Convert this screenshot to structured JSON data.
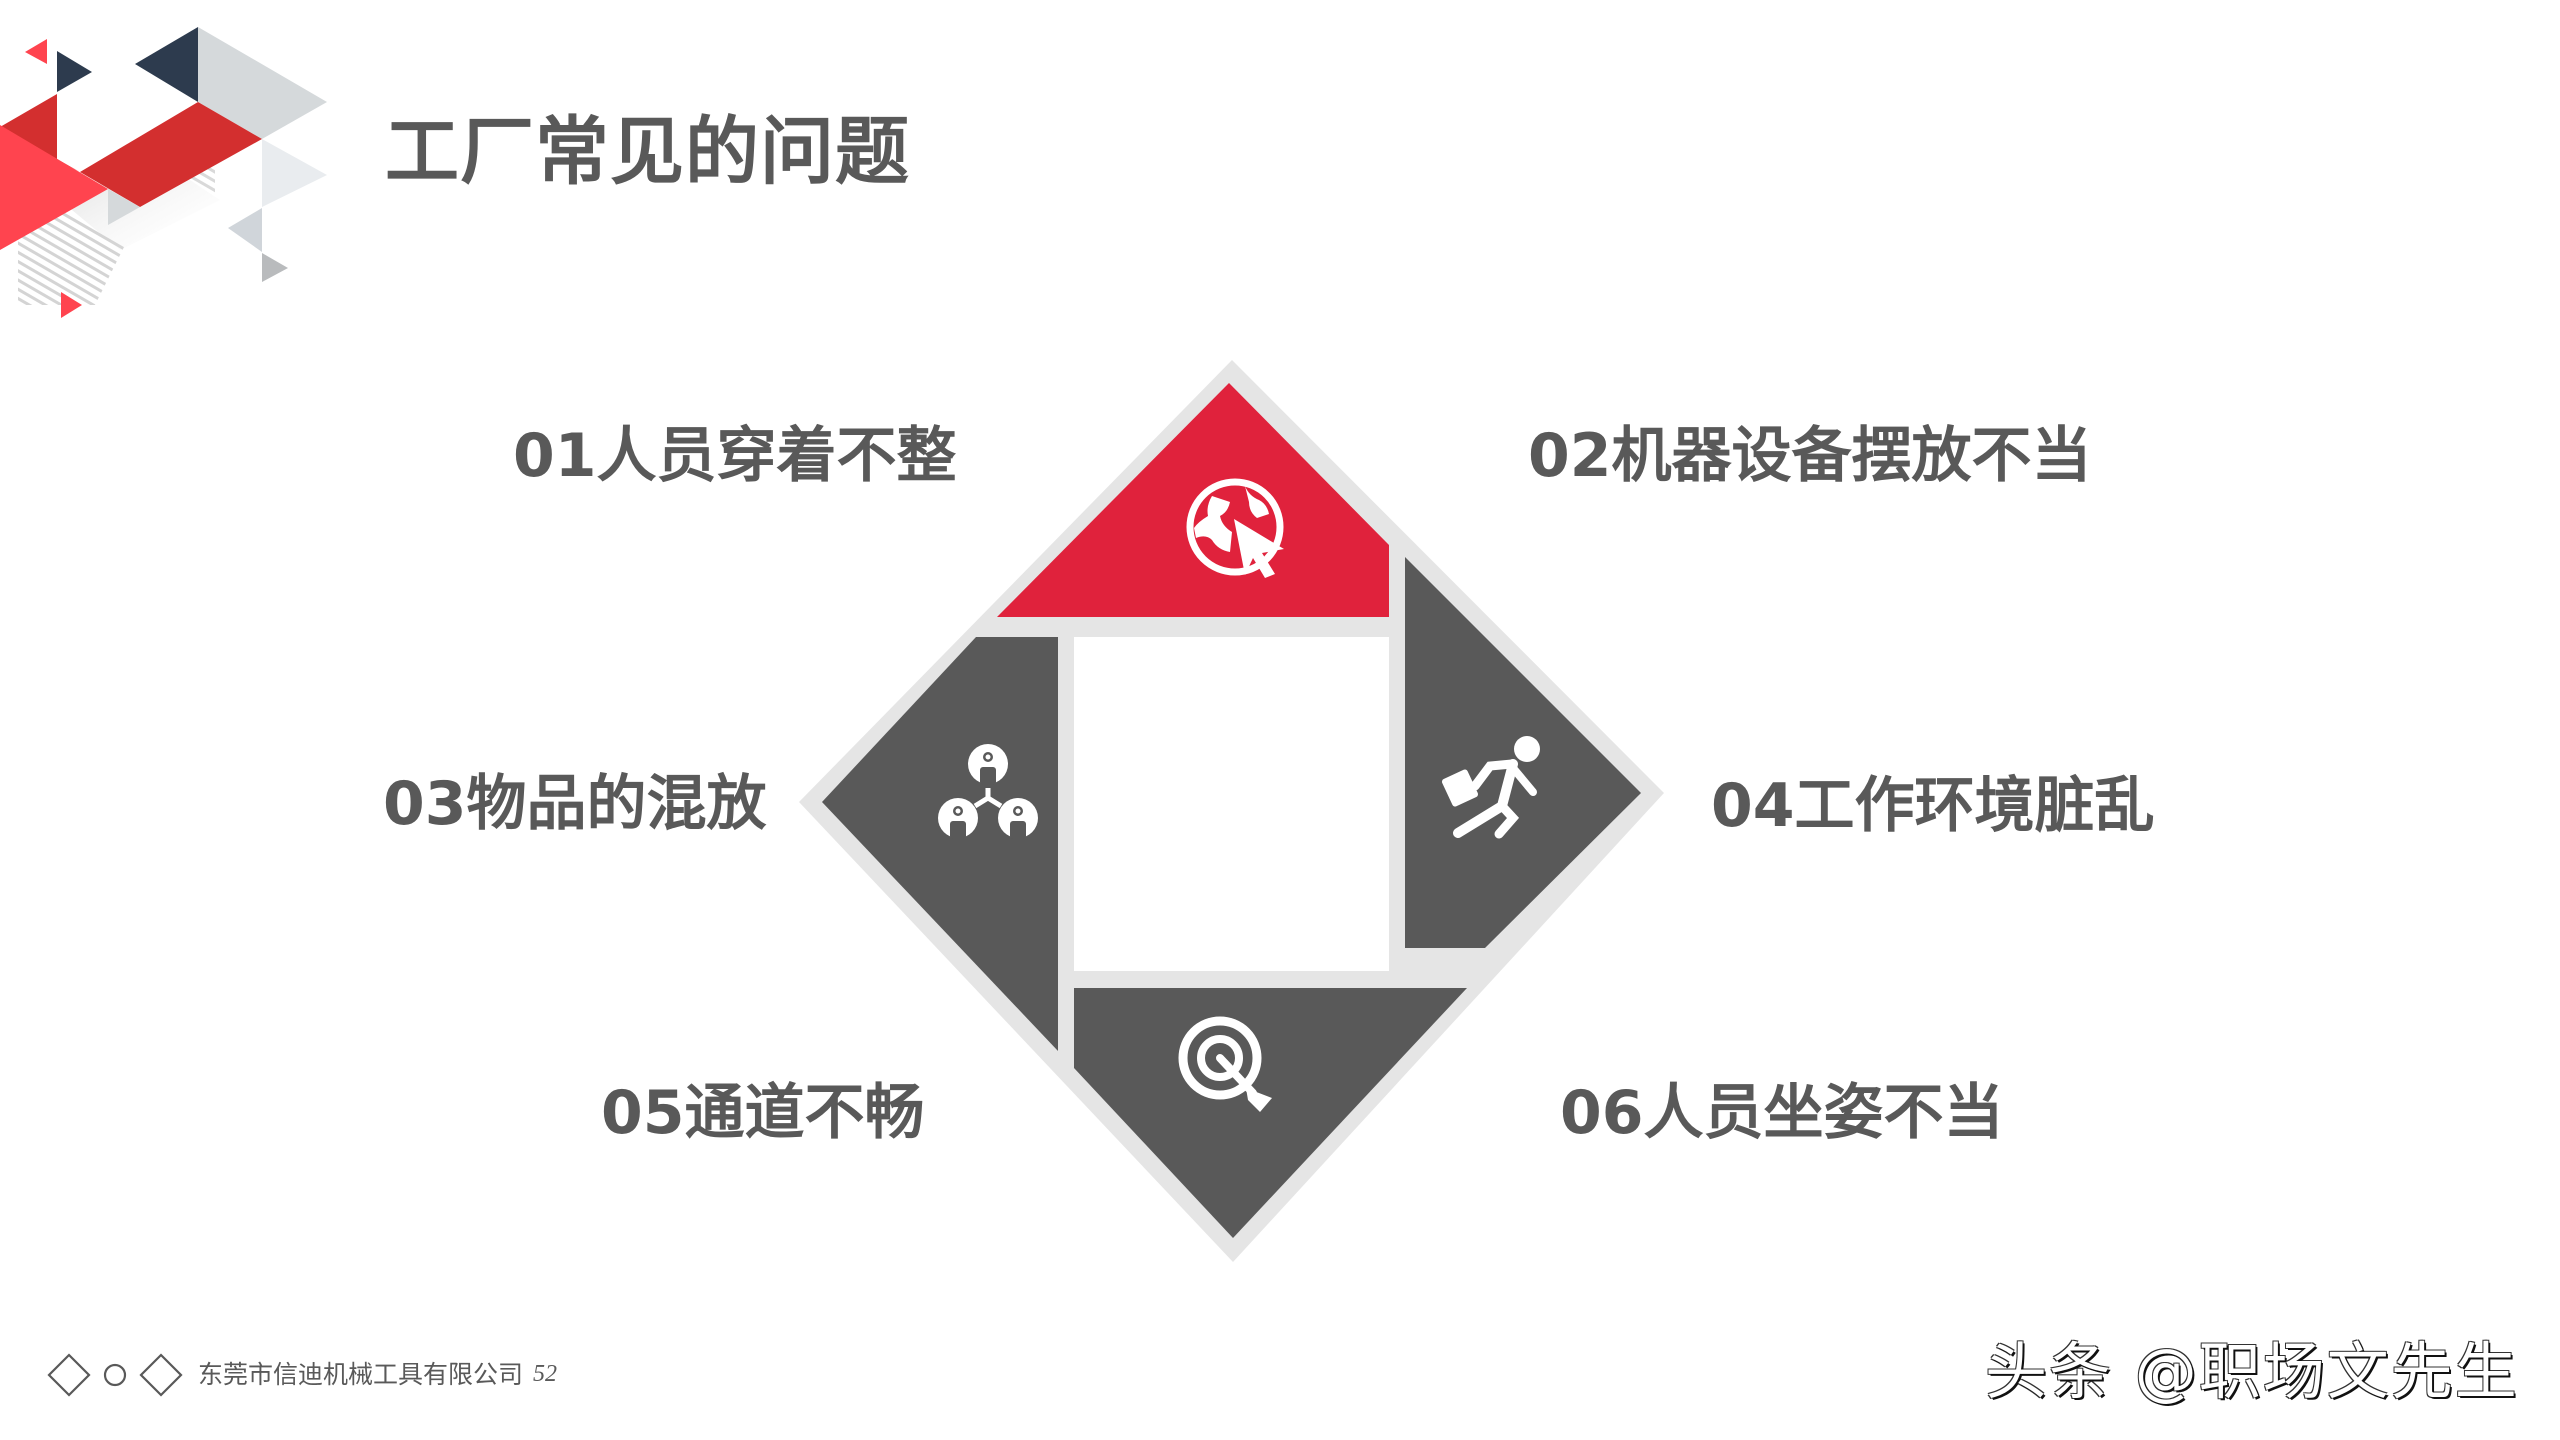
{
  "slide": {
    "title": "工厂常见的问题",
    "colors": {
      "accent_red": "#E0223C",
      "panel_dark": "#595959",
      "frame_gray": "#E5E5E5",
      "text": "#595959",
      "deco_red": "#D32F2F",
      "deco_light_red": "#FF444F",
      "deco_navy": "#2D3B4E",
      "deco_gray": "#D5D9DB"
    }
  },
  "diagram": {
    "items": [
      {
        "number": "01",
        "text": "01人员穿着不整",
        "icon": "globe-cursor-icon",
        "panel": "top",
        "color": "#E0223C"
      },
      {
        "number": "02",
        "text": "02机器设备摆放不当",
        "icon": "globe-cursor-icon",
        "panel": "top",
        "color": "#E0223C"
      },
      {
        "number": "03",
        "text": "03物品的混放",
        "icon": "team-network-icon",
        "panel": "left",
        "color": "#595959"
      },
      {
        "number": "04",
        "text": "04工作环境脏乱",
        "icon": "running-businessman-icon",
        "panel": "right",
        "color": "#595959"
      },
      {
        "number": "05",
        "text": "05通道不畅",
        "icon": "target-arrow-icon",
        "panel": "bottom",
        "color": "#595959"
      },
      {
        "number": "06",
        "text": "06人员坐姿不当",
        "icon": "target-arrow-icon",
        "panel": "bottom",
        "color": "#595959"
      }
    ]
  },
  "footer": {
    "shapes": [
      "diamond-outline-icon",
      "circle-outline-icon",
      "diamond-outline-icon"
    ],
    "company": "东莞市信迪机械工具有限公司",
    "page_number": "52"
  },
  "watermark": {
    "text": "头条 @职场文先生"
  }
}
